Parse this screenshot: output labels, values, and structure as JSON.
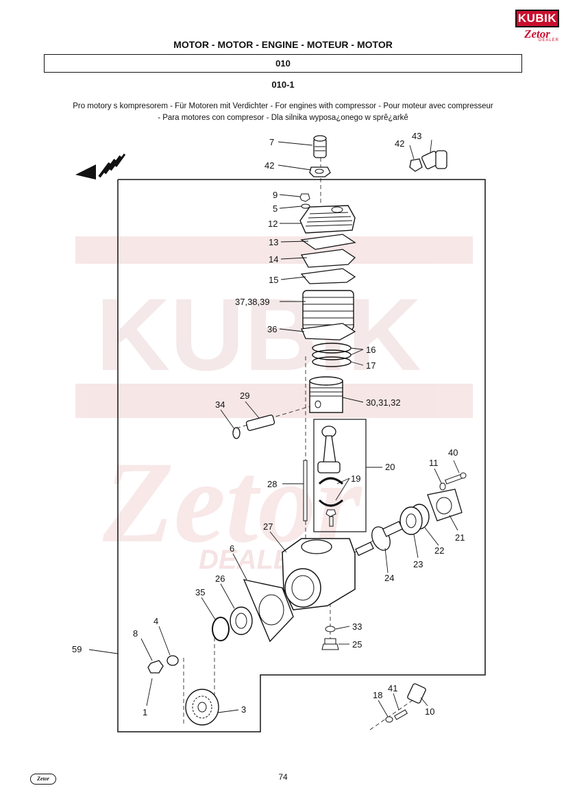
{
  "header": {
    "logo_top": "KUBIK",
    "logo_bottom": "Zetor",
    "logo_sub": "DEALER",
    "title": "MOTOR - MOTOR - ENGINE - MOTEUR - MOTOR",
    "group_code": "010",
    "subgroup_code": "010-1"
  },
  "description": {
    "line1": "Pro motory s kompresorem - Für Motoren mit Verdichter - For engines with compressor - Pour moteur avec compresseur",
    "line2": "- Para motores con compresor - Dla silnika wyposa¿onego w sprê¿arkê"
  },
  "watermark": {
    "text_top": "KUBIK",
    "text_script": "Zetor",
    "text_dealer": "DEALER",
    "color": "#f3e6e6"
  },
  "callouts": {
    "c7": "7",
    "c42a": "42",
    "c42b": "42",
    "c43": "43",
    "c9": "9",
    "c5": "5",
    "c12": "12",
    "c13": "13",
    "c14": "14",
    "c15": "15",
    "c37": "37,38,39",
    "c36": "36",
    "c16": "16",
    "c17": "17",
    "c29": "29",
    "c34": "34",
    "c30": "30,31,32",
    "c20": "20",
    "c19": "19",
    "c28": "28",
    "c11": "11",
    "c40": "40",
    "c21": "21",
    "c22": "22",
    "c23": "23",
    "c24": "24",
    "c27": "27",
    "c6": "6",
    "c26": "26",
    "c35": "35",
    "c33": "33",
    "c25": "25",
    "c8": "8",
    "c4": "4",
    "c59": "59",
    "c1": "1",
    "c3": "3",
    "c18": "18",
    "c41": "41",
    "c10": "10"
  },
  "footer": {
    "page_number": "74",
    "logo": "Zetor"
  }
}
